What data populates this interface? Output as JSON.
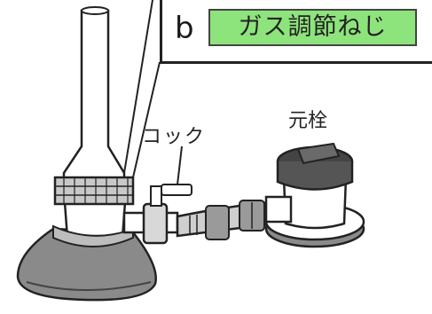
{
  "callout": {
    "letter": "b",
    "label": "ガス調節ねじ",
    "label_bg_color": "#8ee47c"
  },
  "labels": {
    "cock": "コック",
    "main_valve": "元栓"
  },
  "colors": {
    "line": "#222222",
    "base_gray": "#8a8a8a",
    "valve_dark": "#555555"
  }
}
